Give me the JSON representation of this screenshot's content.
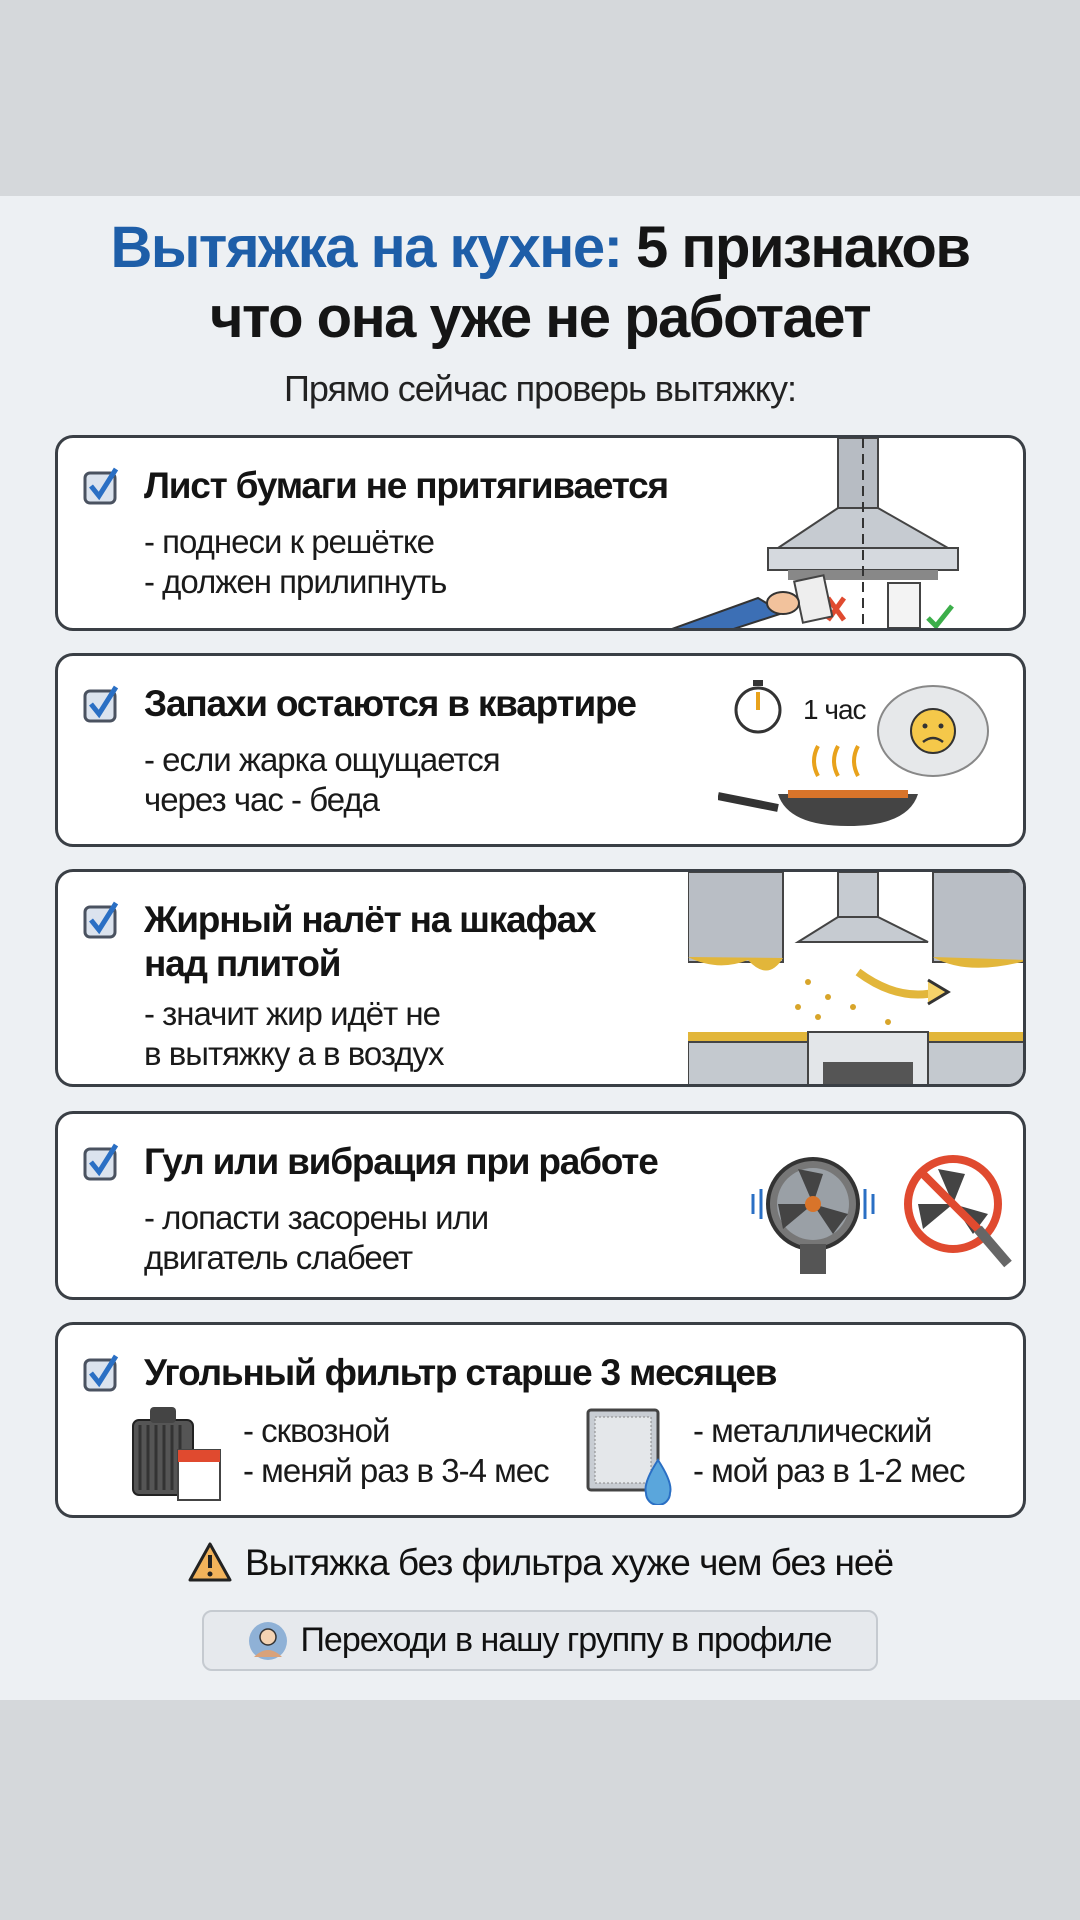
{
  "header": {
    "title_blue": "Вытяжка на кухне:",
    "title_black_1": "5 признаков",
    "title_line_2": "что она уже не работает",
    "subtitle": "Прямо сейчас проверь вытяжку:"
  },
  "signs": [
    {
      "heading": "Лист бумаги не притягивается",
      "lines": [
        "- поднеси к решётке",
        "- должен прилипнуть"
      ]
    },
    {
      "heading": "Запахи остаются в квартире",
      "lines": [
        "- если жарка ощущается",
        "через час - беда"
      ],
      "timer_label": "1 час"
    },
    {
      "heading_lines": [
        "Жирный налёт на шкафах",
        "над плитой"
      ],
      "lines": [
        "- значит жир идёт не",
        "в вытяжку а в воздух"
      ]
    },
    {
      "heading": "Гул или вибрация при работе",
      "lines": [
        "- лопасти засорены или",
        "двигатель слабеет"
      ]
    },
    {
      "heading": "Угольный фильтр старше 3 месяцев",
      "left": [
        "- сквозной",
        "- меняй раз в 3-4 мес"
      ],
      "right": [
        "- металлический",
        "- мой раз в 1-2 мес"
      ]
    }
  ],
  "warning": "Вытяжка без фильтра хуже чем без неё",
  "cta": "Переходи в нашу группу в профиле",
  "colors": {
    "accent": "#1e5ea8",
    "check": "#2a6fc4",
    "warning": "#f2b35b",
    "bad": "#e04a2f",
    "good": "#3cae4a"
  }
}
